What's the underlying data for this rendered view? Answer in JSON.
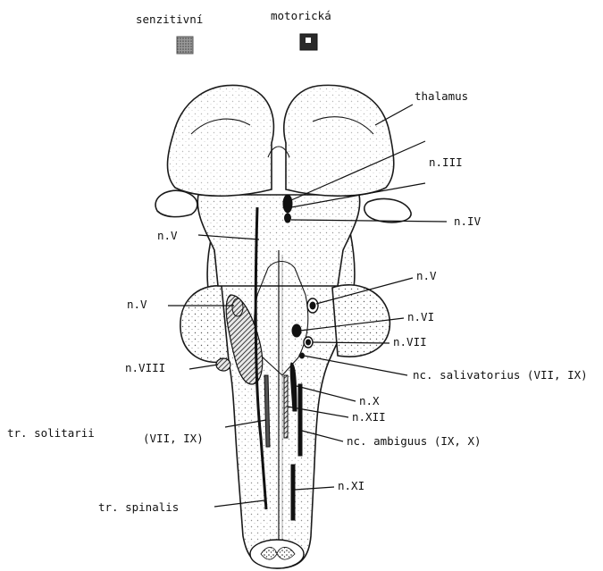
{
  "legend": {
    "sensory_label": "senzitivní",
    "motor_label": "motorická",
    "sensory_color": "#7a7a7a",
    "motor_color": "#222222"
  },
  "labels": {
    "thalamus": "thalamus",
    "n_III": "n.III",
    "n_IV": "n.IV",
    "n_V_upper": "n.V",
    "n_V_left": "n.V",
    "n_V_right": "n.V",
    "n_VI": "n.VI",
    "n_VII": "n.VII",
    "n_VIII": "n.VIII",
    "nc_salivatorius": "nc. salivatorius (VII, IX)",
    "n_X": "n.X",
    "n_XII": "n.XII",
    "tr_solitarii": "tr. solitarii",
    "tr_solitarii_nerves": "(VII, IX)",
    "nc_ambiguus": "nc. ambiguus (IX, X)",
    "n_XI": "n.XI",
    "tr_spinalis": "tr. spinalis"
  }
}
